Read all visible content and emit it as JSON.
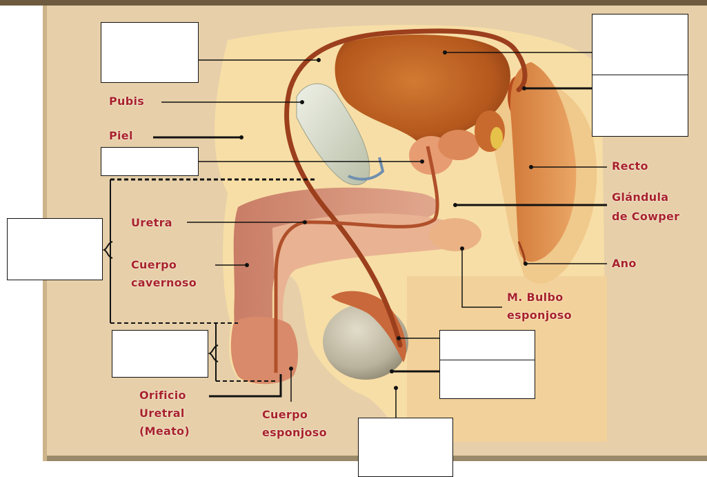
{
  "diagram": {
    "labels": {
      "pubis": "Pubis",
      "piel": "Piel",
      "uretra": "Uretra",
      "cuerpo_cavernoso_1": "Cuerpo",
      "cuerpo_cavernoso_2": "cavernoso",
      "orificio_1": "Orificio",
      "orificio_2": "Uretral",
      "orificio_3": "(Meato)",
      "cuerpo_esponjoso_1": "Cuerpo",
      "cuerpo_esponjoso_2": "esponjoso",
      "recto": "Recto",
      "glandula_1": "Glándula",
      "glandula_2": "de Cowper",
      "ano": "Ano",
      "bulbo_1": "M. Bulbo",
      "bulbo_2": "esponjoso"
    },
    "colors": {
      "label_text": "#a8222a",
      "frame_background": "#e6cfa9",
      "skin": "#f7dea6",
      "bladder": "#b85c1f",
      "duct": "#9c3f1c",
      "penis_tissue": "#d9977c",
      "testis": "#bdb6a0",
      "pubic_bone": "#d8dccb",
      "leader_lines": "#111111"
    }
  }
}
